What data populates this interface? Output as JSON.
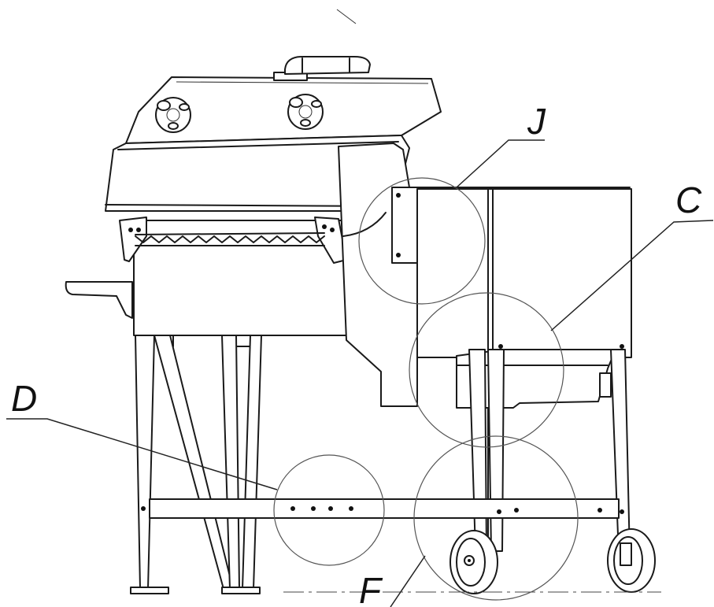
{
  "callouts": [
    {
      "id": "J",
      "label": "J"
    },
    {
      "id": "C",
      "label": "C"
    },
    {
      "id": "D",
      "label": "D"
    },
    {
      "id": "F",
      "label": "F"
    }
  ]
}
